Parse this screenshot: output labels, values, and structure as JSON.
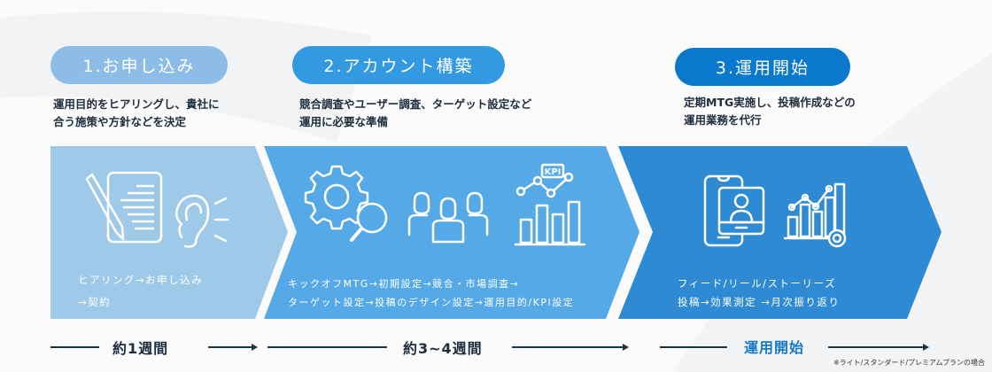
{
  "steps": [
    {
      "title": "1.お申し込み",
      "desc": [
        "運用目的をヒアリングし、貴社に",
        "合う施策や方針などを決定"
      ],
      "detail": [
        "ヒアリング→お申し込み",
        "→契約"
      ],
      "color": "#9fc9e8",
      "pill_color": "#8dbde6"
    },
    {
      "title": "2.アカウント構築",
      "desc": [
        "競合調査やユーザー調査、ターゲット設定など",
        "運用に必要な準備"
      ],
      "detail": [
        "キックオフMTG→初期設定→競合・市場調査→",
        "ターゲット設定→投稿のデザイン設定→運用目的/KPI設定"
      ],
      "color": "#55a9e6",
      "pill_color": "#3399e0",
      "kpi_label": "KPI"
    },
    {
      "title": "3.運用開始",
      "desc": [
        "定期MTG実施し、投稿作成などの",
        "運用業務を代行"
      ],
      "detail": [
        "フィード/リール/ストーリーズ",
        "投稿→効果測定 →月次振り返り"
      ],
      "color": "#2e8bd3",
      "pill_color": "#0a78cc"
    }
  ],
  "timeline": {
    "labels": [
      "約1週間",
      "約3~4週間",
      "運用開始"
    ],
    "accent": "#1479c9"
  },
  "note": "※ライト/スタンダード/プレミアムプランの場合"
}
